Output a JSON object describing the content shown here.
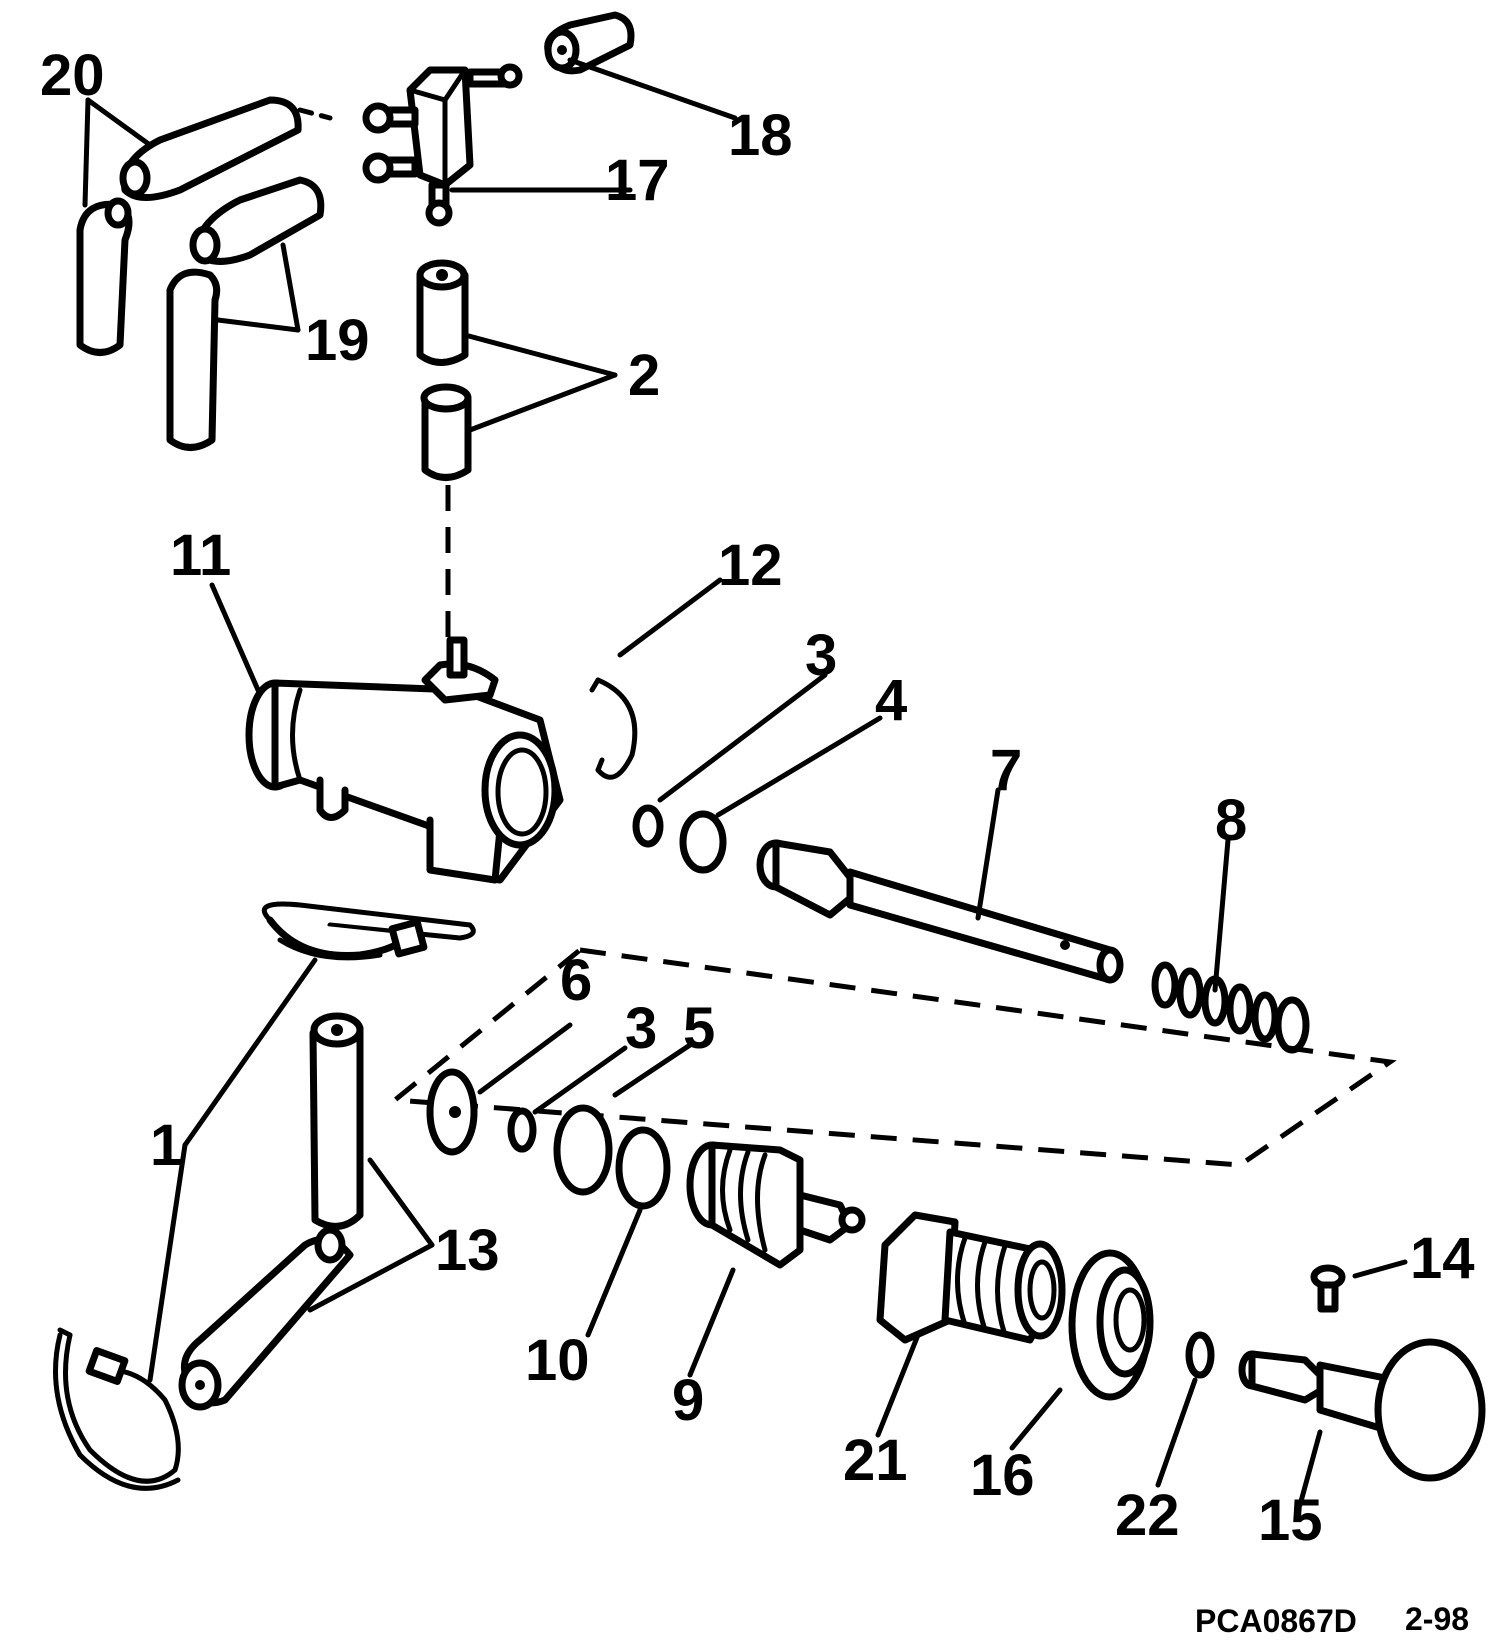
{
  "callouts": {
    "c1": "1",
    "c2": "2",
    "c3a": "3",
    "c3b": "3",
    "c4": "4",
    "c5": "5",
    "c6": "6",
    "c7": "7",
    "c8": "8",
    "c9": "9",
    "c10": "10",
    "c11": "11",
    "c12": "12",
    "c13": "13",
    "c14": "14",
    "c15": "15",
    "c16": "16",
    "c17": "17",
    "c18": "18",
    "c19": "19",
    "c20": "20",
    "c21": "21",
    "c22": "22"
  },
  "footer": {
    "code": "PCA0867D",
    "date": "2-98"
  }
}
